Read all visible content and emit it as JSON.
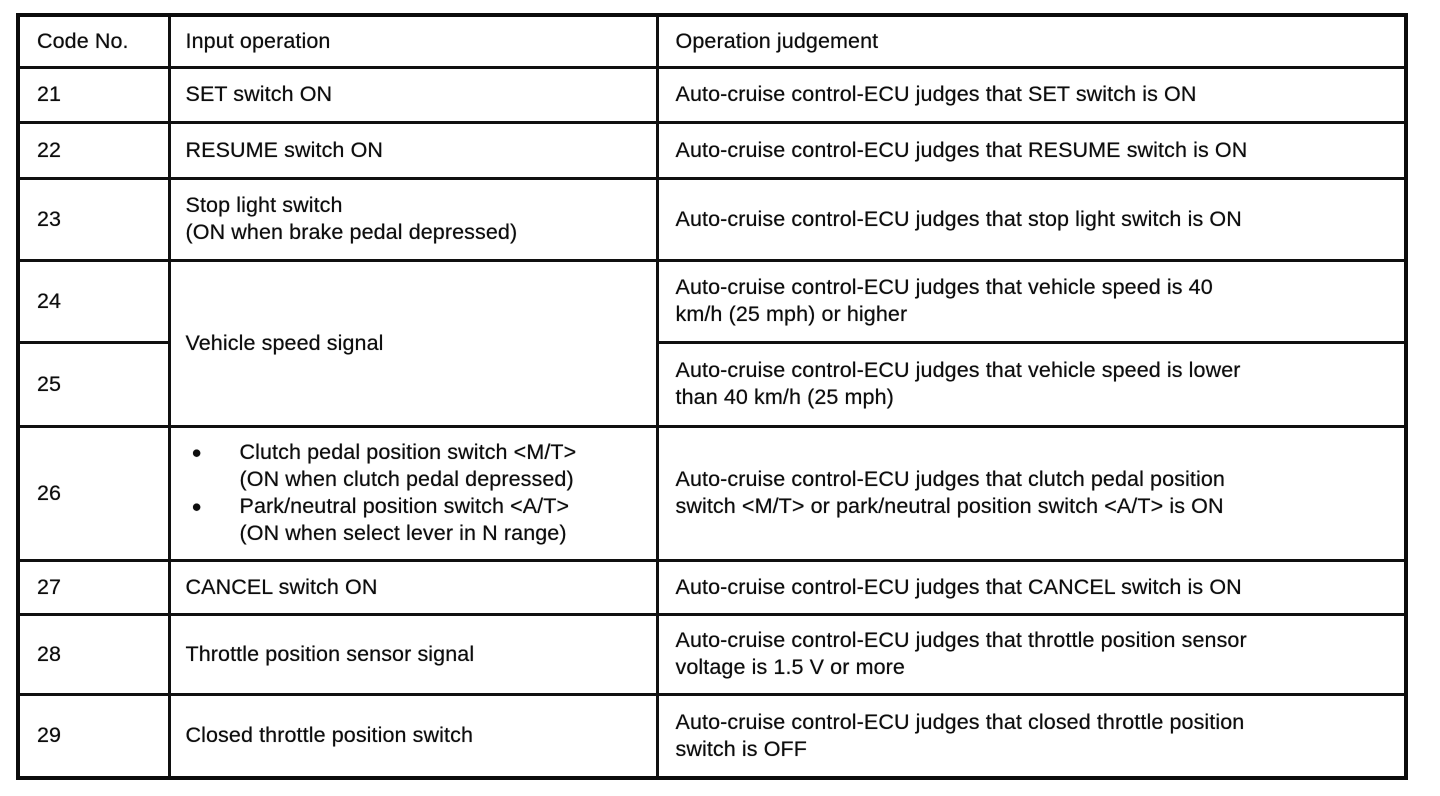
{
  "colors": {
    "paper": "#ffffff",
    "ink": "#0d0d0d",
    "border": "#101010"
  },
  "table": {
    "bullet_char": "●",
    "columns": [
      "Code No.",
      "Input operation",
      "Operation judgement"
    ],
    "rows": [
      {
        "code": "21",
        "input": "SET switch ON",
        "judgement": "Auto-cruise control-ECU judges that SET switch is ON"
      },
      {
        "code": "22",
        "input": "RESUME switch ON",
        "judgement": "Auto-cruise control-ECU judges that RESUME switch is ON"
      },
      {
        "code": "23",
        "input": "Stop light switch\n(ON when brake pedal depressed)",
        "judgement": "Auto-cruise control-ECU judges that stop light switch is ON"
      },
      {
        "code": "24",
        "input": "Vehicle speed signal",
        "judgement": "Auto-cruise control-ECU judges that vehicle speed is 40\nkm/h (25 mph) or higher"
      },
      {
        "code": "25",
        "input": "Vehicle speed signal",
        "judgement": "Auto-cruise control-ECU judges that vehicle speed is lower\nthan 40 km/h (25 mph)"
      },
      {
        "code": "26",
        "bullets": [
          "Clutch pedal position switch <M/T>\n(ON when clutch pedal depressed)",
          "Park/neutral position switch <A/T>\n(ON when select lever in N range)"
        ],
        "judgement": "Auto-cruise control-ECU judges that clutch pedal position\nswitch <M/T> or park/neutral position switch <A/T> is ON"
      },
      {
        "code": "27",
        "input": "CANCEL switch ON",
        "judgement": "Auto-cruise control-ECU judges that CANCEL switch is ON"
      },
      {
        "code": "28",
        "input": "Throttle position sensor signal",
        "judgement": "Auto-cruise control-ECU judges that throttle position sensor\nvoltage is 1.5 V or more"
      },
      {
        "code": "29",
        "input": "Closed throttle position switch",
        "judgement": "Auto-cruise control-ECU judges that closed throttle position\nswitch is OFF"
      }
    ]
  }
}
